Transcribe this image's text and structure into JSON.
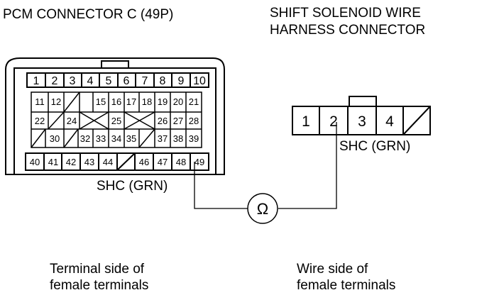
{
  "pcm": {
    "title": "PCM CONNECTOR C (49P)",
    "row1": [
      "1",
      "2",
      "3",
      "4",
      "5",
      "6",
      "7",
      "8",
      "9",
      "10"
    ],
    "row2": [
      "11",
      "12",
      "",
      "15",
      "16",
      "17",
      "18",
      "19",
      "20",
      "21"
    ],
    "row3": [
      "22",
      "",
      "24",
      "",
      "25",
      "",
      "",
      "26",
      "27",
      "28"
    ],
    "row4": [
      "",
      "30",
      "",
      "32",
      "33",
      "34",
      "35",
      "",
      "37",
      "38",
      "39"
    ],
    "row5": [
      "40",
      "41",
      "42",
      "43",
      "44",
      "",
      "46",
      "47",
      "48",
      "49"
    ],
    "wire_label": "SHC (GRN)",
    "caption_line1": "Terminal side of",
    "caption_line2": "female terminals"
  },
  "harness": {
    "title_line1": "SHIFT SOLENOID WIRE",
    "title_line2": "HARNESS CONNECTOR",
    "pins": [
      "1",
      "2",
      "3",
      "4",
      ""
    ],
    "wire_label": "SHC (GRN)",
    "caption_line1": "Wire side of",
    "caption_line2": "female terminals"
  },
  "meter": {
    "symbol": "Ω"
  }
}
